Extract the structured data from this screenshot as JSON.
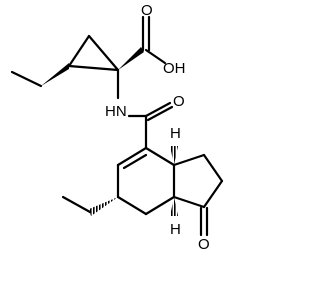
{
  "molecule": {
    "atoms": {
      "acid_oh": "OH",
      "acid_o": "O",
      "amide_nh": "HN",
      "amide_o": "O",
      "ketone_o": "O"
    },
    "stereo_h": {
      "h_top": "H",
      "h_bottom": "H"
    },
    "colors": {
      "bond": "#000000",
      "background": "#ffffff"
    }
  }
}
